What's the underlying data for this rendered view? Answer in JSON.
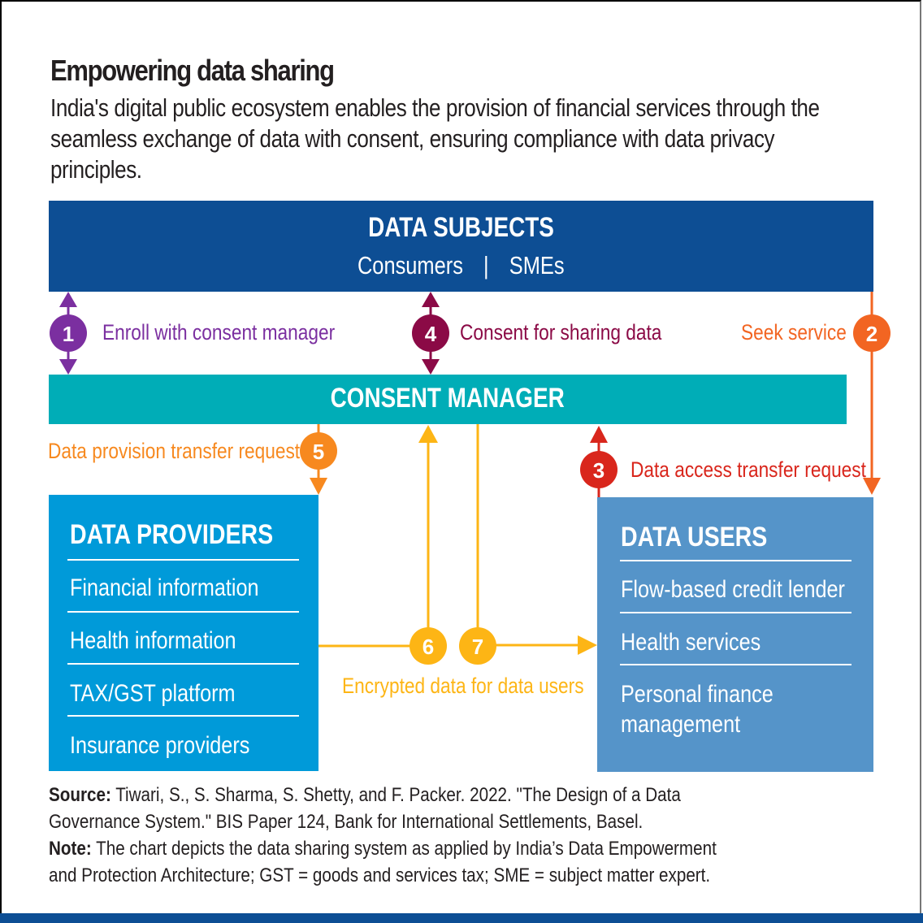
{
  "title": "Empowering data sharing",
  "subtitle": "India's digital public ecosystem enables the provision of financial services through the seamless exchange of data with consent, ensuring compliance with data privacy principles.",
  "colors": {
    "data_subjects": "#0d4e94",
    "consent_manager": "#00adb7",
    "data_providers": "#009ad9",
    "data_users": "#5594c9",
    "step1": "#7b2fa0",
    "step2": "#f26522",
    "step3": "#d9261c",
    "step4": "#8b0a46",
    "step5": "#f7891f",
    "step6": "#fdb515",
    "step7": "#fdb515"
  },
  "data_subjects": {
    "title": "DATA SUBJECTS",
    "members": [
      "Consumers",
      "SMEs"
    ],
    "separator": "|"
  },
  "consent_manager": {
    "title": "CONSENT MANAGER"
  },
  "data_providers": {
    "title": "DATA PROVIDERS",
    "items": [
      "Financial information",
      "Health information",
      "TAX/GST platform",
      "Insurance providers"
    ]
  },
  "data_users": {
    "title": "DATA USERS",
    "items": [
      "Flow-based credit lender",
      "Health services",
      "Personal finance",
      "management"
    ]
  },
  "steps": [
    {
      "number": "1",
      "label": "Enroll with consent manager",
      "from": "Data subjects",
      "to": "Consent manager",
      "direction": "bidirectional"
    },
    {
      "number": "2",
      "label": "Seek service",
      "from": "Data subjects",
      "to": "Data users",
      "direction": "down"
    },
    {
      "number": "3",
      "label": "Data access transfer request",
      "from": "Data users",
      "to": "Consent manager",
      "direction": "up"
    },
    {
      "number": "4",
      "label": "Consent for sharing data",
      "from": "Data subjects",
      "to": "Consent manager",
      "direction": "bidirectional"
    },
    {
      "number": "5",
      "label": "Data provision transfer request",
      "from": "Consent manager",
      "to": "Data providers",
      "direction": "down"
    },
    {
      "number": "6",
      "label": "",
      "from": "Data providers",
      "to": "Consent manager",
      "direction": "up"
    },
    {
      "number": "7",
      "label": "",
      "from": "Consent manager",
      "to": "Data users",
      "direction": "right"
    }
  ],
  "encrypted_label": "Encrypted data for data users",
  "footer": {
    "source_label": "Source:",
    "source_line1": "Tiwari, S., S. Sharma, S. Shetty, and F. Packer. 2022. \"The Design of a Data",
    "source_line2": "Governance System.\" BIS Paper 124, Bank for International Settlements, Basel.",
    "note_label": "Note:",
    "note_line1": "The chart depicts the data sharing system as applied by India’s Data Empowerment",
    "note_line2": "and Protection Architecture; GST = goods and services tax; SME = subject matter expert."
  }
}
